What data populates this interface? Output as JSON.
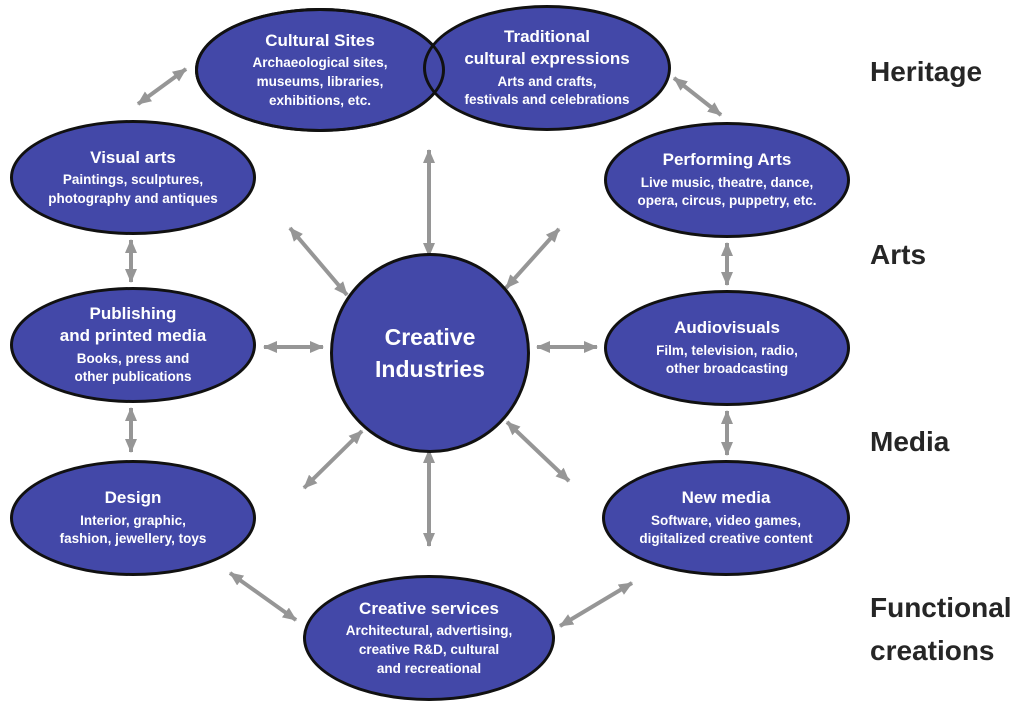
{
  "center": {
    "title": "Creative\nIndustries"
  },
  "nodes": [
    {
      "id": "cultural-sites",
      "title": "Cultural Sites",
      "subtitle": "Archaeological sites,\nmuseums, libraries,\nexhibitions, etc."
    },
    {
      "id": "traditional-cultural-expressions",
      "title": "Traditional\ncultural expressions",
      "subtitle": "Arts and crafts,\nfestivals and celebrations"
    },
    {
      "id": "visual-arts",
      "title": "Visual arts",
      "subtitle": "Paintings, sculptures,\nphotography and antiques"
    },
    {
      "id": "performing-arts",
      "title": "Performing Arts",
      "subtitle": "Live music, theatre, dance,\nopera, circus, puppetry, etc."
    },
    {
      "id": "publishing-and-printed-media",
      "title": "Publishing\nand printed media",
      "subtitle": "Books, press and\nother publications"
    },
    {
      "id": "audiovisuals",
      "title": "Audiovisuals",
      "subtitle": "Film, television, radio,\nother broadcasting"
    },
    {
      "id": "design",
      "title": "Design",
      "subtitle": "Interior, graphic,\nfashion, jewellery, toys"
    },
    {
      "id": "new-media",
      "title": "New media",
      "subtitle": "Software, video games,\ndigitalized creative content"
    },
    {
      "id": "creative-services",
      "title": "Creative services",
      "subtitle": "Architectural, advertising,\ncreative R&D, cultural\nand recreational"
    }
  ],
  "categories": [
    {
      "label": "Heritage"
    },
    {
      "label": "Arts"
    },
    {
      "label": "Media"
    },
    {
      "label": "Functional creations"
    }
  ],
  "connections": {
    "center_radial_directions": [
      "up",
      "up-left",
      "up-right",
      "left",
      "right",
      "down-left",
      "down",
      "down-right"
    ],
    "ring_pairs": [
      [
        "cultural-sites",
        "visual-arts"
      ],
      [
        "visual-arts",
        "publishing-and-printed-media"
      ],
      [
        "publishing-and-printed-media",
        "design"
      ],
      [
        "design",
        "creative-services"
      ],
      [
        "creative-services",
        "new-media"
      ],
      [
        "new-media",
        "audiovisuals"
      ],
      [
        "audiovisuals",
        "performing-arts"
      ],
      [
        "performing-arts",
        "traditional-cultural-expressions"
      ]
    ]
  },
  "colors": {
    "node_fill": "#4348A8",
    "node_border": "#111111",
    "arrow": "#969696",
    "category_text": "#262626",
    "node_text": "#FFFFFF",
    "bg": "#FFFFFF"
  }
}
